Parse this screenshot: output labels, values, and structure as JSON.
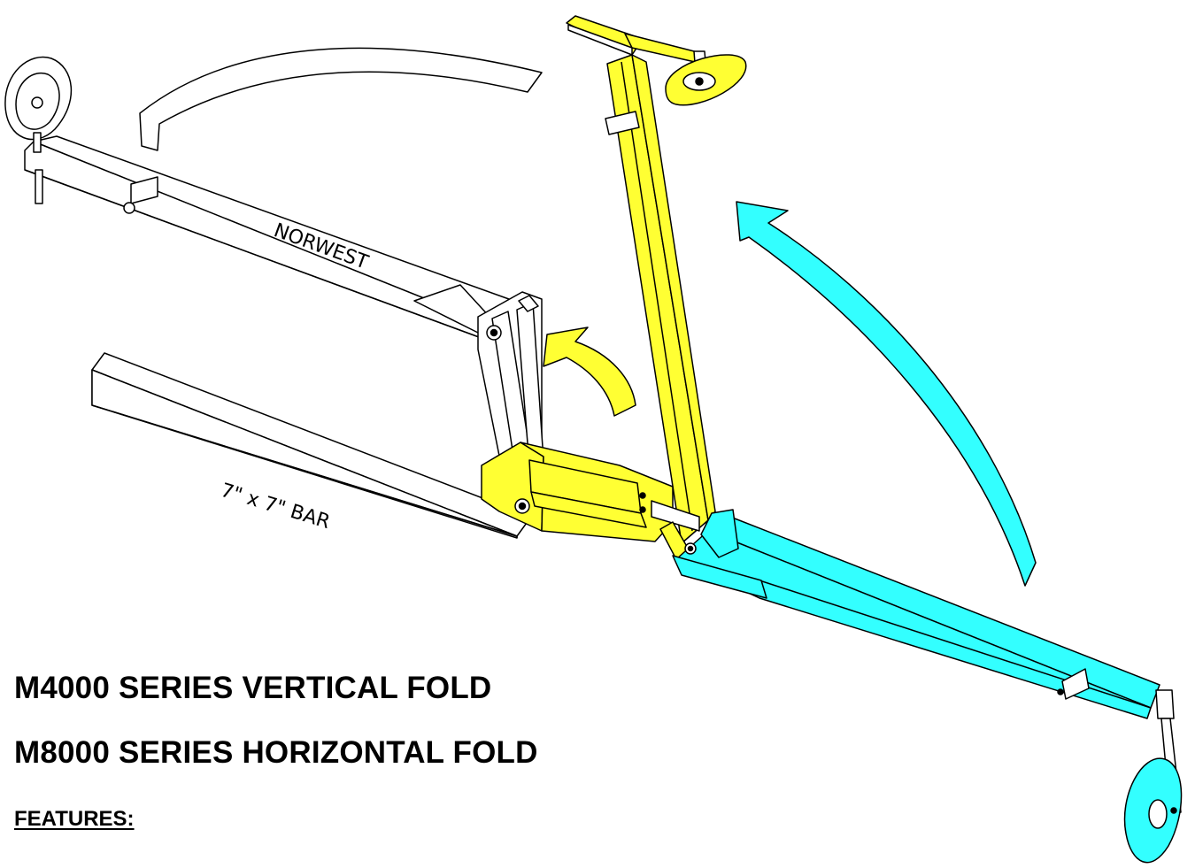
{
  "labels": {
    "brand": "NORWEST",
    "bar": "7\" x 7\" BAR"
  },
  "headings": {
    "vertical": "M4000 SERIES VERTICAL FOLD",
    "horizontal": "M8000 SERIES HORIZONTAL FOLD",
    "features": "FEATURES:"
  },
  "colors": {
    "yellow": "#ffff33",
    "cyan": "#33ffff",
    "line": "#000000",
    "background": "#ffffff"
  }
}
